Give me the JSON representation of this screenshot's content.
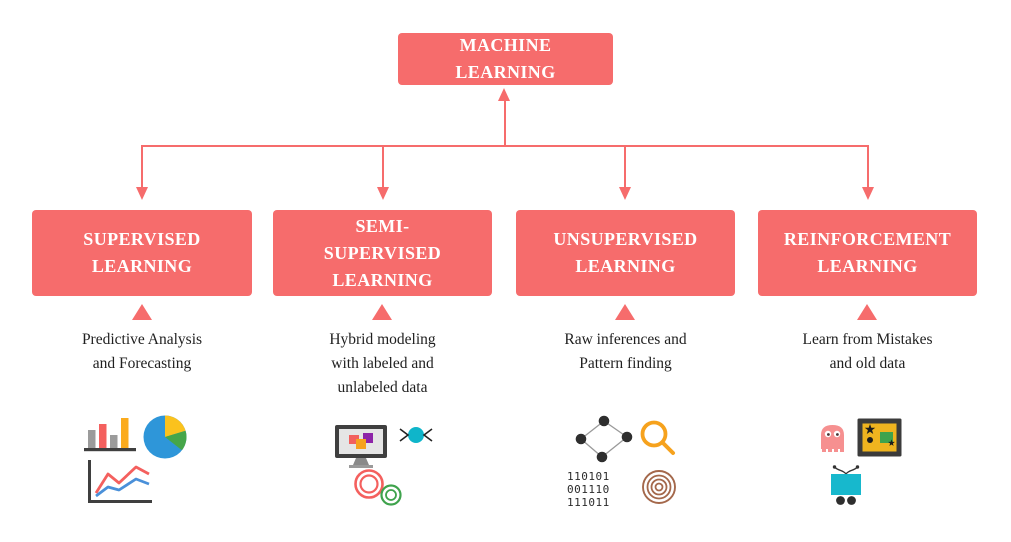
{
  "palette": {
    "accent": "#f66c6c",
    "text": "#1f1f1f",
    "chart_orange": "#f6a21d",
    "chart_blue": "#2e96d9",
    "chart_green": "#3fa34d",
    "chart_red": "#f4605e",
    "cyan": "#17b8cd",
    "brown": "#a4684b",
    "gold": "#efb41f"
  },
  "root": {
    "title": "MACHINE\nLEARNING"
  },
  "branches": [
    {
      "id": "supervised",
      "title": "SUPERVISED\nLEARNING",
      "description": "Predictive Analysis\nand Forecasting",
      "icons": [
        "bar-chart-icon",
        "pie-chart-icon",
        "line-chart-icon"
      ]
    },
    {
      "id": "semi-supervised",
      "title": "SEMI-\nSUPERVISED\nLEARNING",
      "description": "Hybrid modeling\nwith labeled and\nunlabeled data",
      "icons": [
        "monitor-icon",
        "converging-arrows-icon",
        "clustered-rings-icon"
      ]
    },
    {
      "id": "unsupervised",
      "title": "UNSUPERVISED\nLEARNING",
      "description": "Raw inferences and\nPattern finding",
      "icons": [
        "network-graph-icon",
        "magnifier-icon",
        "binary-code",
        "concentric-circles-icon"
      ],
      "binary_code": "110101\n001110\n111011"
    },
    {
      "id": "reinforcement",
      "title": "REINFORCEMENT\nLEARNING",
      "description": "Learn from Mistakes\nand old data",
      "icons": [
        "ghost-icon",
        "game-board-icon",
        "robot-icon"
      ]
    }
  ]
}
